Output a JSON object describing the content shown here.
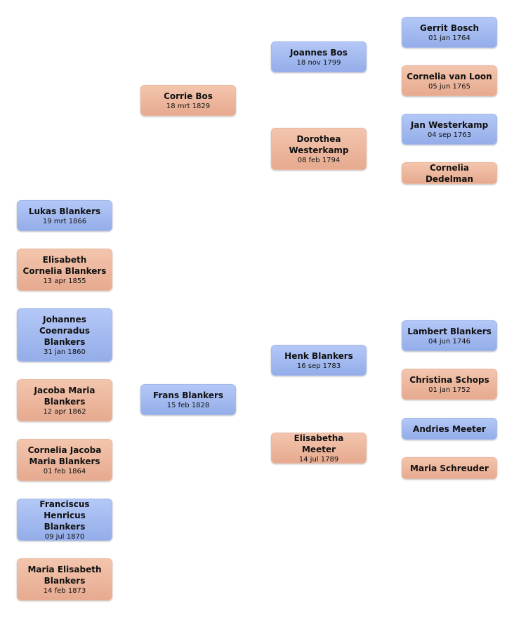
{
  "children": [
    {
      "name": "Lukas Blankers",
      "date": "19 mrt 1866",
      "gender": "m"
    },
    {
      "name": "Elisabeth Cornelia Blankers",
      "date": "13 apr 1855",
      "gender": "f"
    },
    {
      "name": "Johannes Coenradus Blankers",
      "date": "31 jan 1860",
      "gender": "m"
    },
    {
      "name": "Jacoba Maria Blankers",
      "date": "12 apr 1862",
      "gender": "f"
    },
    {
      "name": "Cornelia Jacoba Maria Blankers",
      "date": "01 feb 1864",
      "gender": "f"
    },
    {
      "name": "Franciscus Henricus Blankers",
      "date": "09 jul 1870",
      "gender": "m"
    },
    {
      "name": "Maria Elisabeth Blankers",
      "date": "14 feb 1873",
      "gender": "f"
    }
  ],
  "parents": {
    "mother": {
      "name": "Corrie Bos",
      "date": "18 mrt 1829",
      "gender": "f"
    },
    "father": {
      "name": "Frans Blankers",
      "date": "15 feb 1828",
      "gender": "m"
    }
  },
  "grandparents": {
    "maternal_father": {
      "name": "Joannes Bos",
      "date": "18 nov 1799",
      "gender": "m"
    },
    "maternal_mother": {
      "name": "Dorothea Westerkamp",
      "date": "08 feb 1794",
      "gender": "f"
    },
    "paternal_father": {
      "name": "Henk Blankers",
      "date": "16 sep 1783",
      "gender": "m"
    },
    "paternal_mother": {
      "name": "Elisabetha Meeter",
      "date": "14 jul 1789",
      "gender": "f"
    }
  },
  "great_grandparents": {
    "bos_father": {
      "name": "Gerrit Bosch",
      "date": "01 jan 1764",
      "gender": "m"
    },
    "bos_mother": {
      "name": "Cornelia van Loon",
      "date": "05 jun 1765",
      "gender": "f"
    },
    "westerkamp_father": {
      "name": "Jan Westerkamp",
      "date": "04 sep 1763",
      "gender": "m"
    },
    "westerkamp_mother": {
      "name": "Cornelia Dedelman",
      "date": "",
      "gender": "f"
    },
    "blankers_father": {
      "name": "Lambert Blankers",
      "date": "04 jun 1746",
      "gender": "m"
    },
    "blankers_mother": {
      "name": "Christina Schops",
      "date": "01 jan 1752",
      "gender": "f"
    },
    "meeter_father": {
      "name": "Andries Meeter",
      "date": "",
      "gender": "m"
    },
    "meeter_mother": {
      "name": "Maria Schreuder",
      "date": "",
      "gender": "f"
    }
  },
  "colors": {
    "male": "#a3b8ec",
    "female": "#ecb89f"
  }
}
